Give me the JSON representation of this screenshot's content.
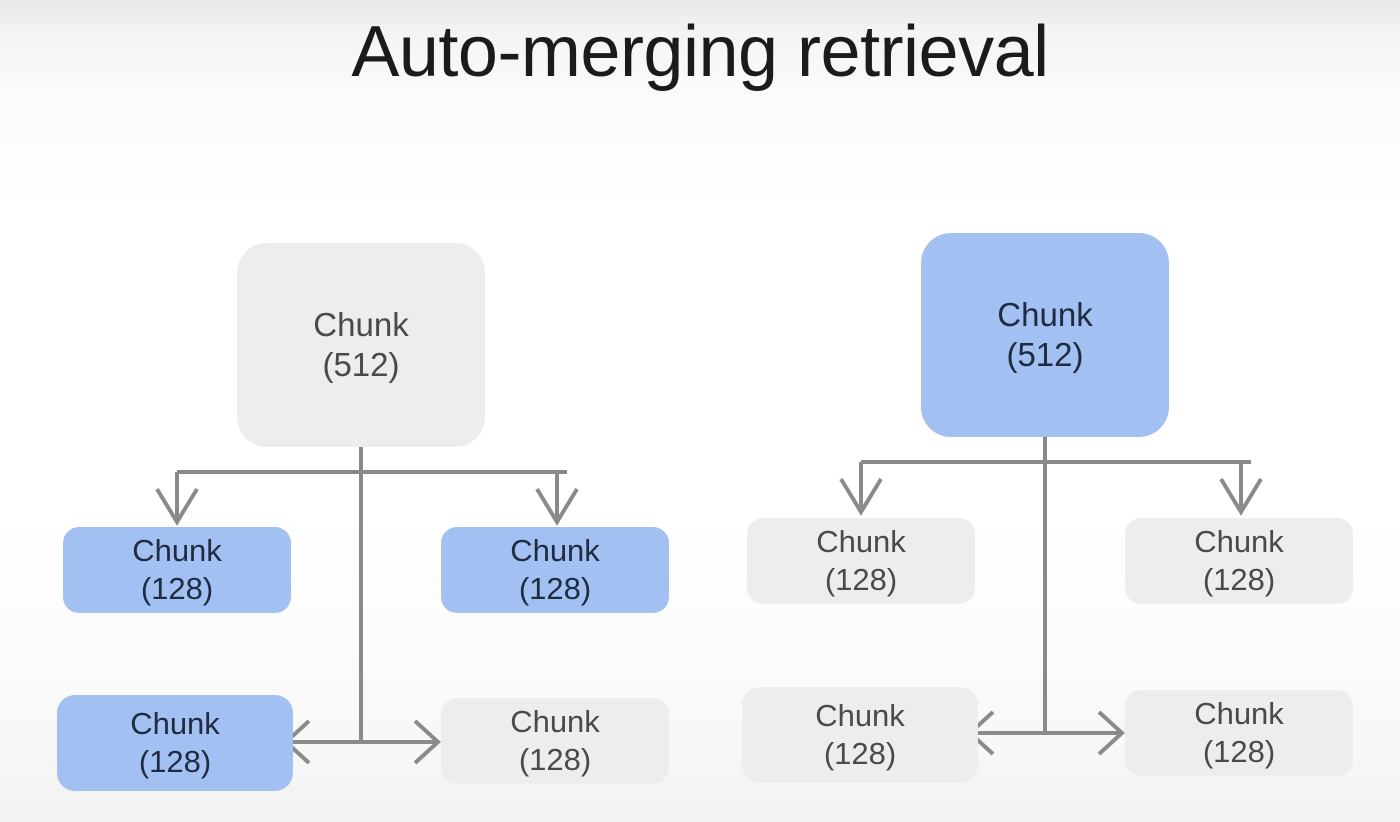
{
  "slide": {
    "title": "Auto-merging retrieval",
    "background_top": "#e8e8e8",
    "background_mid": "#ffffff"
  },
  "palette": {
    "highlight_blue": "#a2c0f1",
    "neutral_gray": "#ededed",
    "connector_gray": "#8a8a8a",
    "text_dark": "#1e2b40",
    "text_gray": "#4a4a4a",
    "title_color": "#1b1b1b"
  },
  "diagrams": [
    {
      "id": "left-tree",
      "name": "before-merging",
      "parent": {
        "name": "Chunk",
        "size": "(512)",
        "state": "neutral"
      },
      "children": [
        {
          "name": "Chunk",
          "size": "(128)",
          "state": "highlighted",
          "row": "middle",
          "side": "left"
        },
        {
          "name": "Chunk",
          "size": "(128)",
          "state": "highlighted",
          "row": "middle",
          "side": "right"
        },
        {
          "name": "Chunk",
          "size": "(128)",
          "state": "highlighted",
          "row": "bottom",
          "side": "left"
        },
        {
          "name": "Chunk",
          "size": "(128)",
          "state": "neutral",
          "row": "bottom",
          "side": "right"
        }
      ]
    },
    {
      "id": "right-tree",
      "name": "after-merging",
      "parent": {
        "name": "Chunk",
        "size": "(512)",
        "state": "highlighted"
      },
      "children": [
        {
          "name": "Chunk",
          "size": "(128)",
          "state": "neutral",
          "row": "middle",
          "side": "left"
        },
        {
          "name": "Chunk",
          "size": "(128)",
          "state": "neutral",
          "row": "middle",
          "side": "right"
        },
        {
          "name": "Chunk",
          "size": "(128)",
          "state": "neutral",
          "row": "bottom",
          "side": "left"
        },
        {
          "name": "Chunk",
          "size": "(128)",
          "state": "neutral",
          "row": "bottom",
          "side": "right"
        }
      ]
    }
  ]
}
